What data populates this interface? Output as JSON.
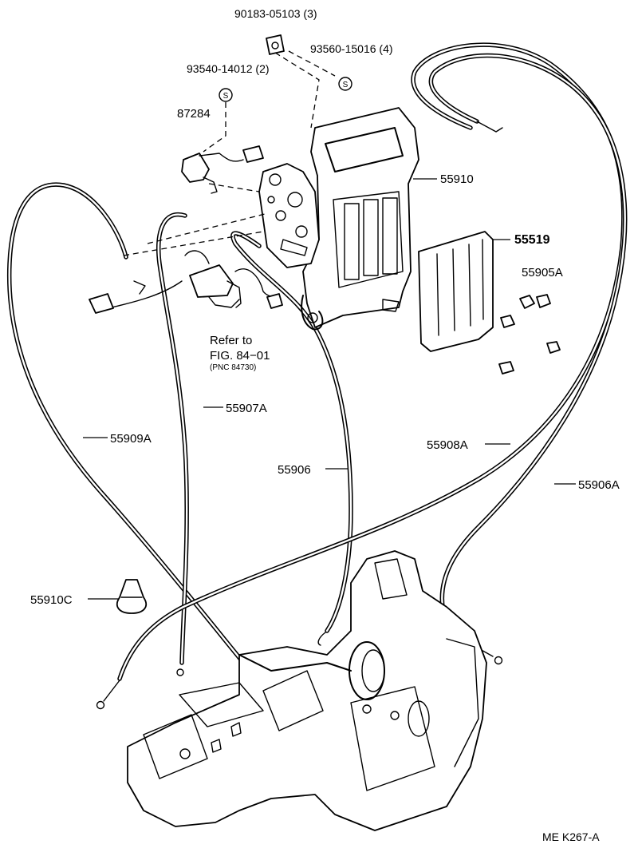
{
  "diagram": {
    "labels": {
      "p90183": "90183-05103 (3)",
      "p93560": "93560-15016 (4)",
      "p93540": "93540-14012 (2)",
      "p87284": "87284",
      "p55910": "55910",
      "p55519": "55519",
      "p55905A": "55905A",
      "refer1": "Refer to",
      "refer2": "FIG. 84−01",
      "refer3": "(PNC 84730)",
      "p55907A": "55907A",
      "p55909A": "55909A",
      "p55908A": "55908A",
      "p55906": "55906",
      "p55906A": "55906A",
      "p55910C": "55910C",
      "footer": "ME  K267-A"
    },
    "symbol_s": "S"
  }
}
